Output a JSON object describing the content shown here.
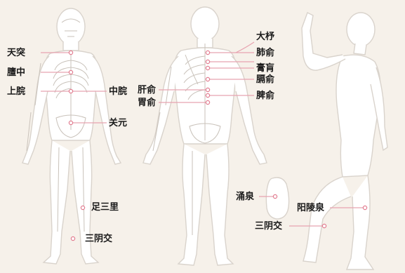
{
  "front_labels": {
    "tiantu": "天突",
    "danzhong": "膻中",
    "shangwan": "上脘",
    "zhongwan": "中脘",
    "guanyuan": "关元",
    "zusanli": "足三里",
    "sanyinjiao": "三阴交"
  },
  "back_labels": {
    "dazhu": "大杼",
    "feishu": "肺俞",
    "gaohuang": "膏肓",
    "geshu": "膈俞",
    "ganshu": "肝俞",
    "pishu": "脾俞",
    "weishu": "胃俞"
  },
  "foot_labels": {
    "yongquan": "涌泉"
  },
  "side_labels": {
    "yanglingquan": "阳陵泉",
    "sanyinjiao": "三阴交"
  },
  "colors": {
    "background": "#f6f1ea",
    "body_outline": "#d9d3cc",
    "bone": "#c9c2ba",
    "leader_line": "#e8a3b0",
    "acupoint": "#e27c90",
    "label_text": "#1a1a1a"
  }
}
